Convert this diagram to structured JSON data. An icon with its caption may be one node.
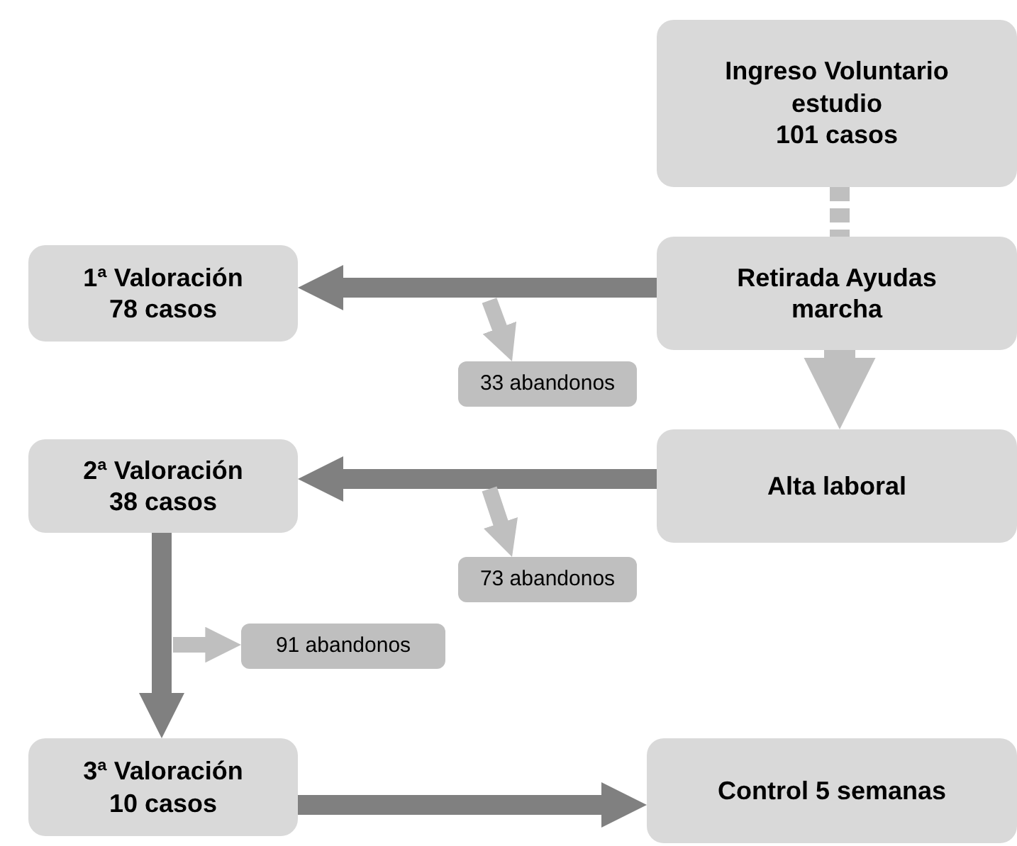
{
  "diagram": {
    "nodes": [
      {
        "text": [
          "Ingreso Voluntario estudio",
          "101 casos"
        ]
      },
      {
        "text": [
          "Retirada Ayudas marcha"
        ]
      },
      {
        "text": [
          "Alta laboral"
        ]
      },
      {
        "text": [
          "1ª Valoración",
          "78 casos"
        ]
      },
      {
        "text": [
          "2ª Valoración",
          "38 casos"
        ]
      },
      {
        "text": [
          "3ª Valoración",
          "10 casos"
        ]
      },
      {
        "text": [
          "Control 5 semanas"
        ]
      },
      {
        "text": [
          "33 abandonos"
        ]
      },
      {
        "text": [
          "73 abandonos"
        ]
      },
      {
        "text": [
          "91 abandonos"
        ]
      }
    ],
    "edges": [
      {
        "from": 0,
        "to": 1,
        "arrow": "none",
        "style": "dashed"
      },
      {
        "from": 1,
        "to": 3,
        "arrow": "to",
        "color": "#808080"
      },
      {
        "from": 1,
        "to": 2,
        "arrow": "to"
      },
      {
        "from": 2,
        "to": 4,
        "arrow": "to",
        "color": "#808080"
      },
      {
        "from": 4,
        "to": 5,
        "arrow": "to",
        "color": "#808080"
      },
      {
        "from": 5,
        "to": 6,
        "arrow": "to",
        "color": "#808080"
      },
      {
        "from": null,
        "to": 7,
        "arrow": "to"
      },
      {
        "from": null,
        "to": 8,
        "arrow": "to"
      },
      {
        "from": null,
        "to": 9,
        "arrow": "to"
      }
    ]
  }
}
